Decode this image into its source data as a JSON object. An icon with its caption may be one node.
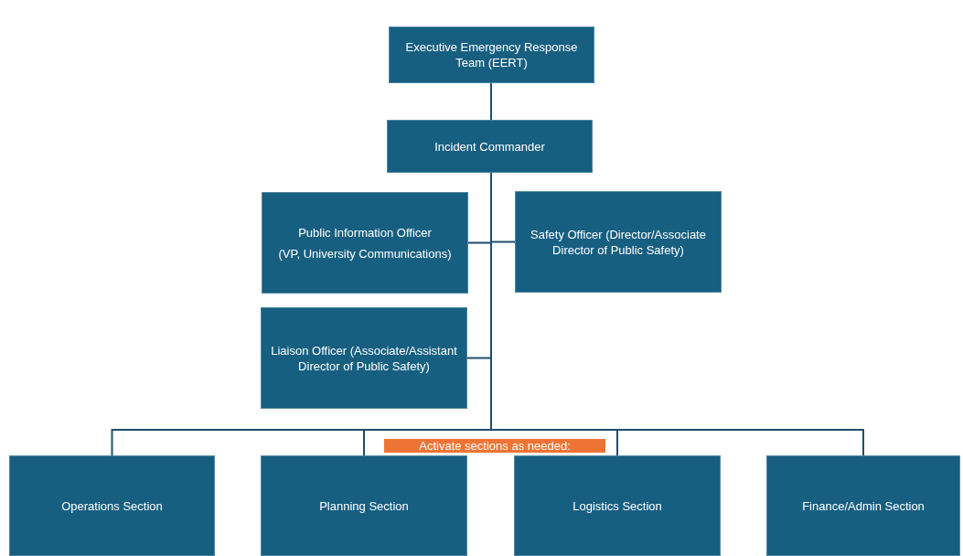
{
  "diagram": {
    "nodes": [
      {
        "text": [
          "Executive Emergency Response Team (EERT)"
        ]
      },
      {
        "text": [
          "Incident Commander"
        ]
      },
      {
        "text": [
          "Public Information Officer",
          "(VP, University Communications)"
        ]
      },
      {
        "text": [
          "Safety Officer (Director/Associate Director of Public Safety)"
        ]
      },
      {
        "text": [
          "Liaison Officer (Associate/Assistant Director of Public Safety)"
        ]
      },
      {
        "text": [
          "Operations Section"
        ]
      },
      {
        "text": [
          "Planning Section"
        ]
      },
      {
        "text": [
          "Logistics Section"
        ]
      },
      {
        "text": [
          "Finance/Admin Section"
        ]
      }
    ],
    "edges": [
      {
        "from": 0,
        "to": 1,
        "arrow": "none"
      },
      {
        "from": 1,
        "to": 2,
        "arrow": "none"
      },
      {
        "from": 1,
        "to": 3,
        "arrow": "none"
      },
      {
        "from": 1,
        "to": 4,
        "arrow": "none"
      },
      {
        "from": 1,
        "to": 5,
        "arrow": "none"
      },
      {
        "from": 1,
        "to": 6,
        "arrow": "none"
      },
      {
        "from": 1,
        "to": 7,
        "arrow": "none"
      },
      {
        "from": 1,
        "to": 8,
        "arrow": "none"
      }
    ],
    "labels": [
      "Activate sections as needed:"
    ]
  }
}
